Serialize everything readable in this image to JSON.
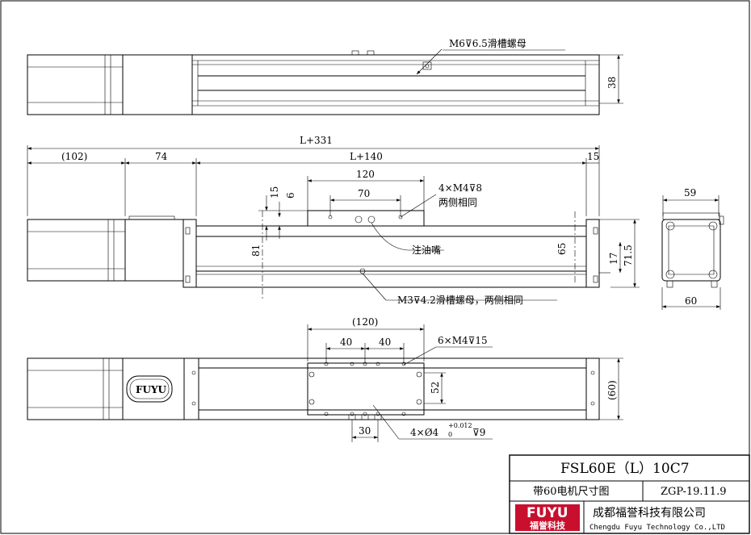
{
  "top_view": {
    "callout": "M6⊽6.5滑槽螺母",
    "dim_height": "38"
  },
  "side_view": {
    "dim_total": "L+331",
    "dim_motor": "(102)",
    "dim_coupler": "74",
    "dim_stroke": "L+140",
    "dim_end": "15",
    "dim_carriage": "120",
    "dim_hole_pitch": "70",
    "dim_15": "15",
    "dim_6": "6",
    "callout_holes": "4×M4⊽8",
    "callout_holes_2": "两侧相同",
    "callout_oil": "注油嘴",
    "dim_81": "81",
    "dim_65": "65",
    "dim_17": "17",
    "dim_715": "71.5",
    "callout_slot": "M3⊽4.2滑槽螺母，两侧相同"
  },
  "end_view": {
    "dim_top": "59",
    "dim_bottom": "60"
  },
  "bottom_view": {
    "dim_carriage": "(120)",
    "dim_40a": "40",
    "dim_40b": "40",
    "callout_holes": "6×M4⊽15",
    "dim_52": "52",
    "dim_60": "(60)",
    "dim_30": "30",
    "callout_pins": "4×Ø4",
    "pin_tol_upper": "+0.012",
    "pin_tol_lower": "0",
    "pin_depth": "⊽9",
    "logo": "FUYU"
  },
  "title_block": {
    "model": "FSL60E（L）10C7",
    "description": "带60电机尺寸图",
    "drawing_no": "ZGP-19.11.9",
    "logo_en": "FUYU",
    "logo_cn": "福誉科技",
    "company_cn": "成都福誉科技有限公司",
    "company_en": "Chengdu Fuyu Technology Co.,LTD",
    "logo_color": "#c8102e"
  }
}
